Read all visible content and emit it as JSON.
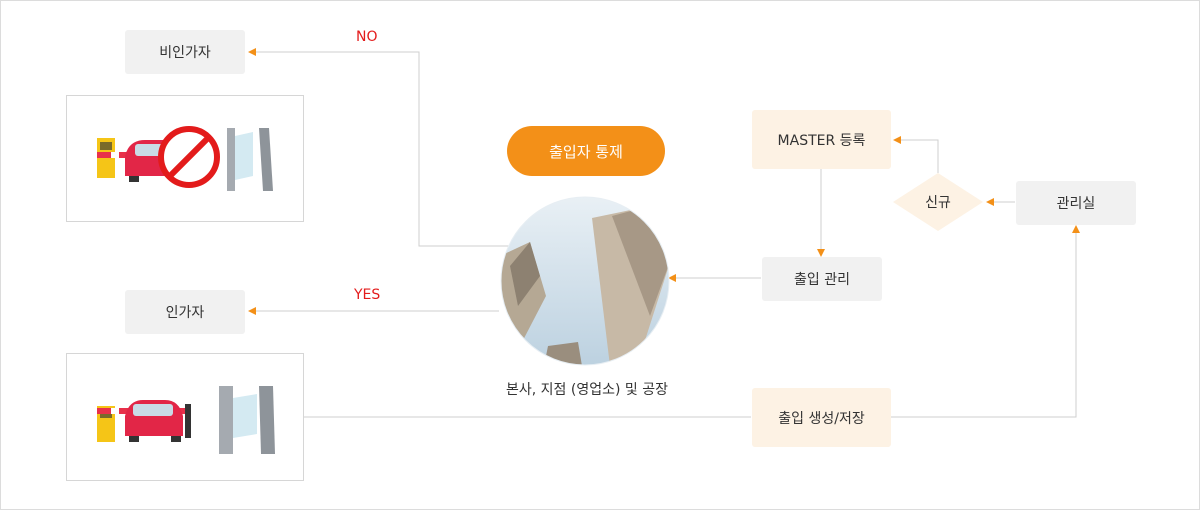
{
  "title": "출입자 통제",
  "nodes": {
    "unauthorized": "비인가자",
    "authorized": "인가자",
    "master": "MASTER 등록",
    "new": "신규",
    "office": "관리실",
    "access_mgmt": "출입 관리",
    "create_save": "출입 생성/저장",
    "site": "본사, 지점 (영업소) 및 공장"
  },
  "edges": {
    "no": "NO",
    "yes": "YES"
  },
  "colors": {
    "accent": "#f39018",
    "label_red": "#e31b1b",
    "arrow": "#f39018",
    "line": "#cfcfcf"
  }
}
